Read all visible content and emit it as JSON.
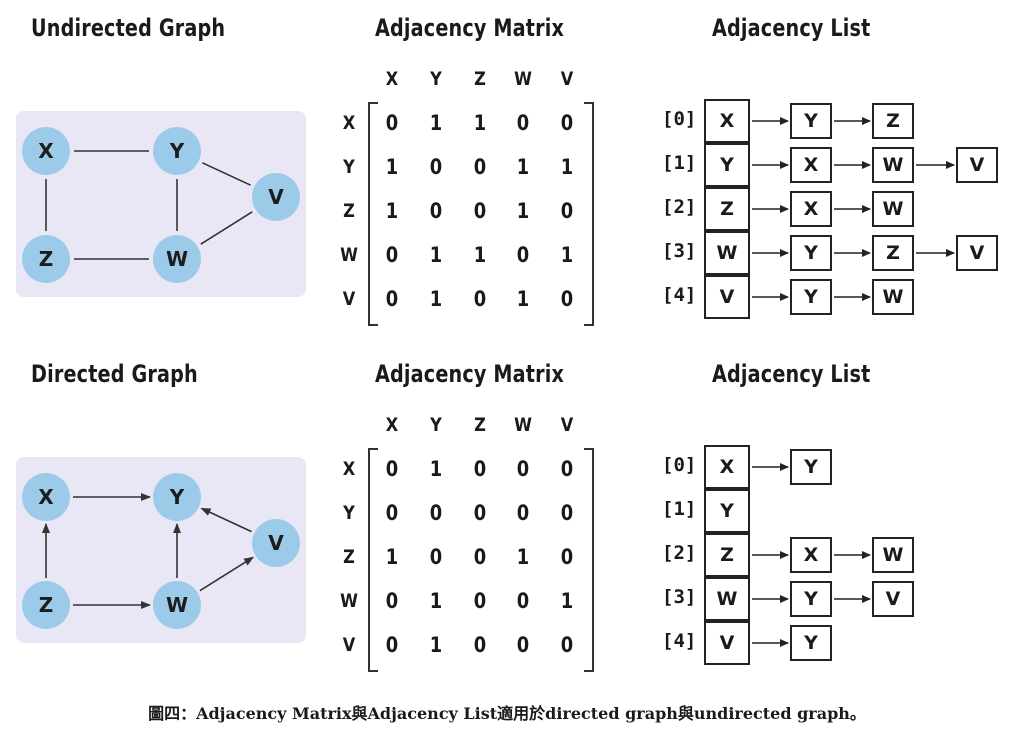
{
  "sections": [
    {
      "key": "undirected",
      "graph_title": "Undirected Graph",
      "directed": false,
      "edges": [
        [
          "X",
          "Y"
        ],
        [
          "X",
          "Z"
        ],
        [
          "Y",
          "W"
        ],
        [
          "Y",
          "V"
        ],
        [
          "Z",
          "W"
        ],
        [
          "W",
          "V"
        ]
      ],
      "matrix_title": "Adjacency Matrix",
      "matrix_labels": [
        "X",
        "Y",
        "Z",
        "W",
        "V"
      ],
      "matrix": [
        [
          0,
          1,
          1,
          0,
          0
        ],
        [
          1,
          0,
          0,
          1,
          1
        ],
        [
          1,
          0,
          0,
          1,
          0
        ],
        [
          0,
          1,
          1,
          0,
          1
        ],
        [
          0,
          1,
          0,
          1,
          0
        ]
      ],
      "list_title": "Adjacency List",
      "list": [
        {
          "index": "[0]",
          "head": "X",
          "neighbors": [
            "Y",
            "Z"
          ]
        },
        {
          "index": "[1]",
          "head": "Y",
          "neighbors": [
            "X",
            "W",
            "V"
          ]
        },
        {
          "index": "[2]",
          "head": "Z",
          "neighbors": [
            "X",
            "W"
          ]
        },
        {
          "index": "[3]",
          "head": "W",
          "neighbors": [
            "Y",
            "Z",
            "V"
          ]
        },
        {
          "index": "[4]",
          "head": "V",
          "neighbors": [
            "Y",
            "W"
          ]
        }
      ]
    },
    {
      "key": "directed",
      "graph_title": "Directed Graph",
      "directed": true,
      "edges": [
        [
          "X",
          "Y"
        ],
        [
          "Z",
          "X"
        ],
        [
          "Z",
          "W"
        ],
        [
          "W",
          "Y"
        ],
        [
          "V",
          "Y"
        ],
        [
          "W",
          "V"
        ]
      ],
      "matrix_title": "Adjacency Matrix",
      "matrix_labels": [
        "X",
        "Y",
        "Z",
        "W",
        "V"
      ],
      "matrix": [
        [
          0,
          1,
          0,
          0,
          0
        ],
        [
          0,
          0,
          0,
          0,
          0
        ],
        [
          1,
          0,
          0,
          1,
          0
        ],
        [
          0,
          1,
          0,
          0,
          1
        ],
        [
          0,
          1,
          0,
          0,
          0
        ]
      ],
      "list_title": "Adjacency List",
      "list": [
        {
          "index": "[0]",
          "head": "X",
          "neighbors": [
            "Y"
          ]
        },
        {
          "index": "[1]",
          "head": "Y",
          "neighbors": []
        },
        {
          "index": "[2]",
          "head": "Z",
          "neighbors": [
            "X",
            "W"
          ]
        },
        {
          "index": "[3]",
          "head": "W",
          "neighbors": [
            "Y",
            "V"
          ]
        },
        {
          "index": "[4]",
          "head": "V",
          "neighbors": [
            "Y"
          ]
        }
      ]
    }
  ],
  "caption": "圖四：Adjacency Matrix與Adjacency List適用於directed graph與undirected graph。",
  "colors": {
    "node_fill": "#9ccbe9",
    "panel_bg": "#e9e7f6",
    "edge": "#333333"
  }
}
